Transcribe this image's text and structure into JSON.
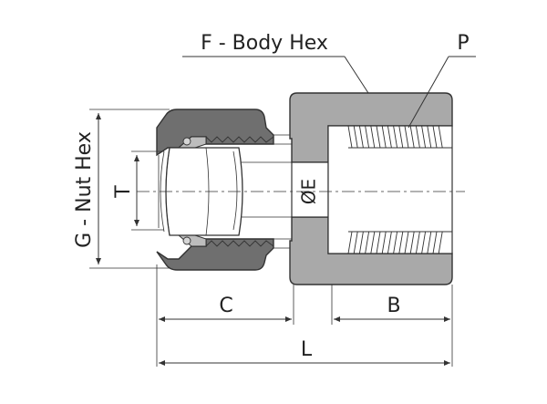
{
  "diagram": {
    "labels": {
      "body_hex": "F - Body Hex",
      "port": "P",
      "nut_hex": "G - Nut Hex",
      "tube_od": "T",
      "bore": "ØE",
      "dim_c": "C",
      "dim_b": "B",
      "dim_l": "L"
    },
    "colors": {
      "body_fill": "#a9a9a9",
      "nut_fill": "#6f6f6f",
      "outline": "#333333",
      "background": "#ffffff"
    }
  }
}
